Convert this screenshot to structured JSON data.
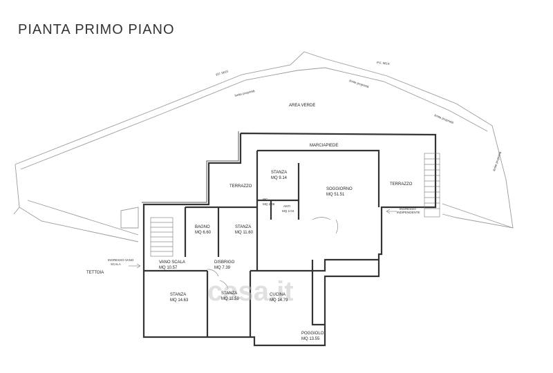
{
  "title": "PIANTA PRIMO PIANO",
  "site": {
    "pf_left": "P.F. 5615",
    "pf_right": "P.F. 5614",
    "limite_1": "limite proprietà",
    "limite_2": "limite proprietà",
    "limite_3": "limite proprietà",
    "limite_4": "limite proprietà",
    "area_verde": "AREA VERDE",
    "marciapiede": "MARCIAPIEDE",
    "tettoia": "TETTOIA"
  },
  "rooms": {
    "terrazzo_left": "TERRAZZO",
    "terrazzo_right": "TERRAZZO",
    "stanza_top_name": "STANZA",
    "stanza_top_area": "MQ 9.14",
    "soggiorno_name": "SOGGIORNO",
    "soggiorno_area": "MQ 51.51",
    "wc_name": "WC",
    "wc_area": "MQ 2.48",
    "anti_name": "ANTI",
    "anti_area": "MQ 2.04",
    "bagno_name": "BAGNO",
    "bagno_area": "MQ 6.60",
    "stanza_mid_name": "STANZA",
    "stanza_mid_area": "MQ 11.60",
    "vano_name": "VANO SCALA",
    "vano_area": "MQ 10.57",
    "disbrigo_name": "DISBRIGO",
    "disbrigo_area": "MQ 7.39",
    "stanza_bl_name": "STANZA",
    "stanza_bl_area": "MQ 14.63",
    "stanza_bm_name": "STANZA",
    "stanza_bm_area": "MQ 11.59",
    "cucina_name": "CUCINA",
    "cucina_area": "MQ 14.79",
    "poggiolo_name": "POGGIOLO",
    "poggiolo_area": "MQ 13.55"
  },
  "annotations": {
    "ingresso_vano_1": "INGRESSO VANO",
    "ingresso_vano_2": "SCALA",
    "ingresso_ind_1": "INGRESSO",
    "ingresso_ind_2": "INDIPENDENTE"
  },
  "watermark": "casa.it",
  "colors": {
    "wall": "#333333",
    "site_line": "#9a9a9a",
    "watermark": "#c8c8c8"
  }
}
